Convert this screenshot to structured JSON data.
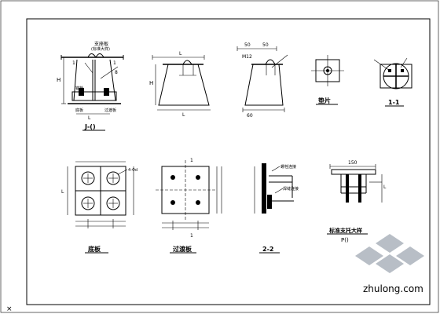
{
  "views": {
    "view1": {
      "title": "J-()",
      "top_note_1": "支座板",
      "top_note_2": "(标准大样)",
      "side_dim": "H",
      "bottom_note_left": "底板",
      "bottom_note_right": "过渡板",
      "anchor_note": "锚栓",
      "bottom_dim": "L"
    },
    "view2": {
      "dim_top": "L",
      "side_dim": "H",
      "bottom_dim": "L"
    },
    "view3": {
      "note_top": "M12",
      "dim_a": "50",
      "dim_b": "50",
      "dim_c": "60"
    },
    "view4": {
      "title": "垫片"
    },
    "view5": {
      "title": "1-1"
    },
    "view6": {
      "title": "底板",
      "side_note": "4-Φd",
      "side_dim": "L"
    },
    "view7": {
      "title": "过渡板",
      "top_mark": "1",
      "bottom_mark": "1"
    },
    "view8": {
      "title": "2-2",
      "note_1": "螺栓连接",
      "note_2": "焊缝连接"
    },
    "view9": {
      "title": "标准支托大样",
      "subtitle": "P()",
      "top_dim": "150",
      "side_dim": "L"
    }
  },
  "watermark": {
    "text": "zhulong.com"
  },
  "colors": {
    "line": "#000000",
    "watermark": "#b8bec6"
  }
}
